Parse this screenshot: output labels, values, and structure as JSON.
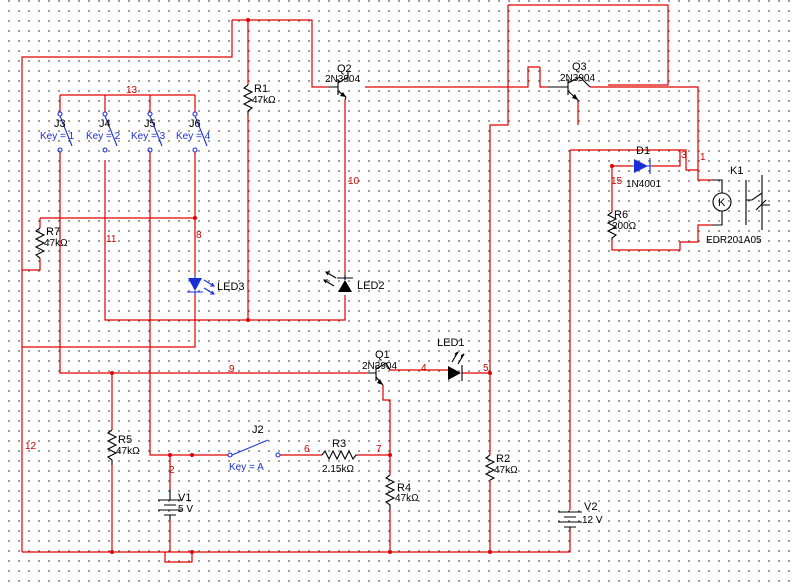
{
  "schematic": {
    "components": [
      {
        "id": "q2",
        "ref": "Q2",
        "value": "2N3904"
      },
      {
        "id": "q3",
        "ref": "Q3",
        "value": "2N3904"
      },
      {
        "id": "q1",
        "ref": "Q1",
        "value": "2N3904"
      },
      {
        "id": "r1",
        "ref": "R1",
        "value": "47kΩ"
      },
      {
        "id": "r2",
        "ref": "R2",
        "value": "47kΩ"
      },
      {
        "id": "r3",
        "ref": "R3",
        "value": "2.15kΩ"
      },
      {
        "id": "r4",
        "ref": "R4",
        "value": "47kΩ"
      },
      {
        "id": "r5",
        "ref": "R5",
        "value": "47kΩ"
      },
      {
        "id": "r6",
        "ref": "R6",
        "value": "200Ω"
      },
      {
        "id": "r7",
        "ref": "R7",
        "value": "47kΩ"
      },
      {
        "id": "d1",
        "ref": "D1",
        "value": "1N4001"
      },
      {
        "id": "k1",
        "ref": "K1",
        "value": "EDR201A05"
      },
      {
        "id": "led1",
        "ref": "LED1",
        "value": ""
      },
      {
        "id": "led2",
        "ref": "LED2",
        "value": ""
      },
      {
        "id": "led3",
        "ref": "LED3",
        "value": ""
      },
      {
        "id": "v1",
        "ref": "V1",
        "value": "5 V"
      },
      {
        "id": "v2",
        "ref": "V2",
        "value": "12 V"
      },
      {
        "id": "j2",
        "ref": "J2",
        "value": "Key = A"
      },
      {
        "id": "j3",
        "ref": "J3",
        "value": "Key = 1"
      },
      {
        "id": "j4",
        "ref": "J4",
        "value": "Key = 2"
      },
      {
        "id": "j5",
        "ref": "J5",
        "value": "Key = 3"
      },
      {
        "id": "j6",
        "ref": "J6",
        "value": "Key = 4"
      }
    ],
    "nets": [
      "13",
      "10",
      "11",
      "8",
      "9",
      "4",
      "5",
      "12",
      "2",
      "6",
      "7",
      "3",
      "1",
      "15"
    ],
    "colors": {
      "wire": "#e00000",
      "net_label": "#d00000",
      "component": "#000000",
      "switch": "#1a2fd6",
      "led_blue": "#1a2fd6",
      "grid_dot": "#4a4a4a"
    }
  }
}
